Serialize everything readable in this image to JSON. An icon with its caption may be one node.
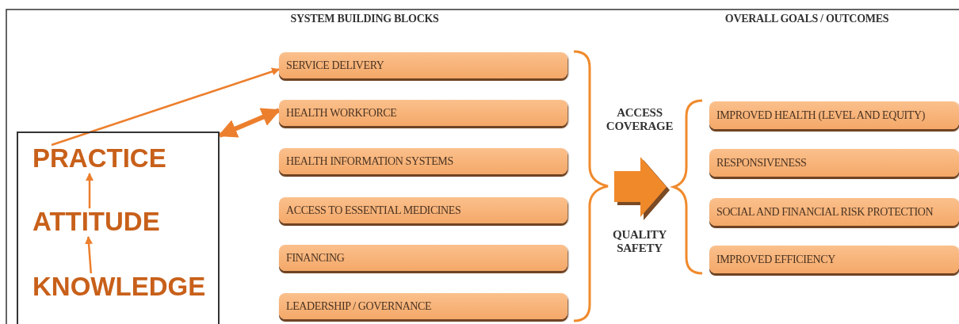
{
  "diagram": {
    "nodes": [
      {
        "text": [],
        "shape": "box"
      },
      {
        "text": [
          "PRACTICE"
        ],
        "in": 0
      },
      {
        "text": [
          "ATTITUDE"
        ],
        "in": 0
      },
      {
        "text": [
          "KNOWLEDGE"
        ],
        "in": 0
      },
      {
        "text": [
          "SERVICE DELIVERY"
        ]
      },
      {
        "text": [
          "HEALTH WORKFORCE"
        ]
      },
      {
        "text": [
          "HEALTH INFORMATION SYSTEMS"
        ]
      },
      {
        "text": [
          "ACCESS TO ESSENTIAL MEDICINES"
        ]
      },
      {
        "text": [
          "FINANCING"
        ]
      },
      {
        "text": [
          "LEADERSHIP / GOVERNANCE"
        ]
      },
      {
        "text": [
          "IMPROVED HEALTH (LEVEL AND EQUITY)"
        ]
      },
      {
        "text": [
          "RESPONSIVENESS"
        ]
      },
      {
        "text": [
          "SOCIAL AND FINANCIAL RISK PROTECTION"
        ]
      },
      {
        "text": [
          "IMPROVED EFFICIENCY"
        ]
      }
    ],
    "edges": [
      {
        "from": 1,
        "to": 4,
        "arrow": "to"
      },
      {
        "from": 0,
        "to": 5,
        "arrow": "both",
        "style": "thick"
      },
      {
        "from": 3,
        "to": 2,
        "arrow": "to"
      },
      {
        "from": 2,
        "to": 1,
        "arrow": "to"
      }
    ],
    "labels": [
      "SYSTEM BUILDING BLOCKS",
      "OVERALL GOALS / OUTCOMES",
      "ACCESS COVERAGE",
      "QUALITY SAFETY"
    ]
  }
}
